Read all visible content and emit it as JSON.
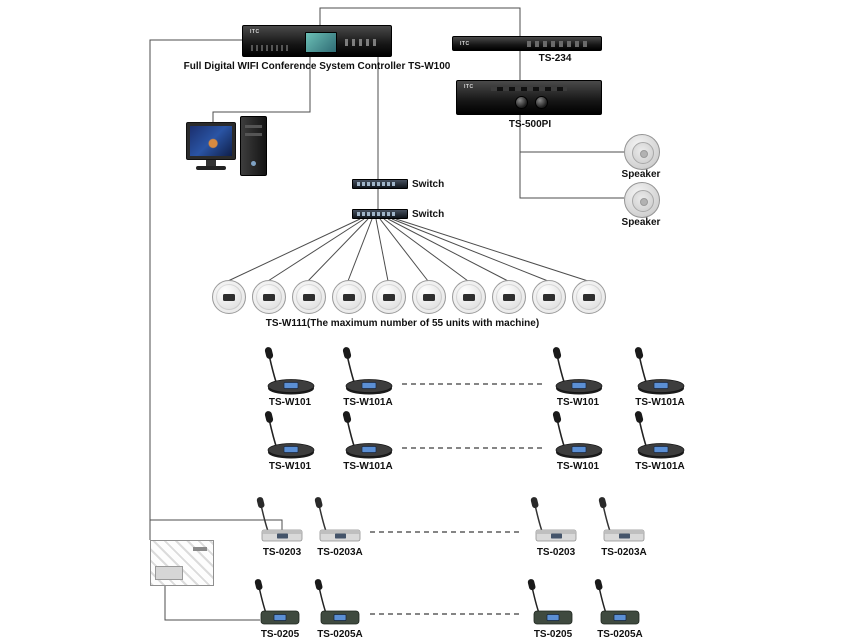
{
  "branding": {
    "logo": "ITC"
  },
  "controller": {
    "label": "Full Digital WIFI Conference System Controller TS-W100"
  },
  "ts234": {
    "label": "TS-234"
  },
  "ts500pi": {
    "label": "TS-500PI"
  },
  "speakers": {
    "top": {
      "label": "Speaker"
    },
    "bottom": {
      "label": "Speaker"
    }
  },
  "switches": {
    "first": {
      "label": "Switch"
    },
    "second": {
      "label": "Switch"
    }
  },
  "ceiling_units": {
    "caption": "TS-W111(The maximum number of 55 units with machine)",
    "count": 10
  },
  "mic_rows": [
    {
      "mics": [
        {
          "label": "TS-W101"
        },
        {
          "label": "TS-W101A"
        },
        {
          "label": "TS-W101"
        },
        {
          "label": "TS-W101A"
        }
      ]
    },
    {
      "mics": [
        {
          "label": "TS-W101"
        },
        {
          "label": "TS-W101A"
        },
        {
          "label": "TS-W101"
        },
        {
          "label": "TS-W101A"
        }
      ]
    },
    {
      "mics": [
        {
          "label": "TS-0203"
        },
        {
          "label": "TS-0203A"
        },
        {
          "label": "TS-0203"
        },
        {
          "label": "TS-0203A"
        }
      ]
    },
    {
      "mics": [
        {
          "label": "TS-0205"
        },
        {
          "label": "TS-0205A"
        },
        {
          "label": "TS-0205"
        },
        {
          "label": "TS-0205A"
        }
      ]
    }
  ],
  "colors": {
    "wire": "#4d4d4d",
    "screen_blue": "#5b8fd4",
    "rack_dark": "#1f1f1f"
  }
}
